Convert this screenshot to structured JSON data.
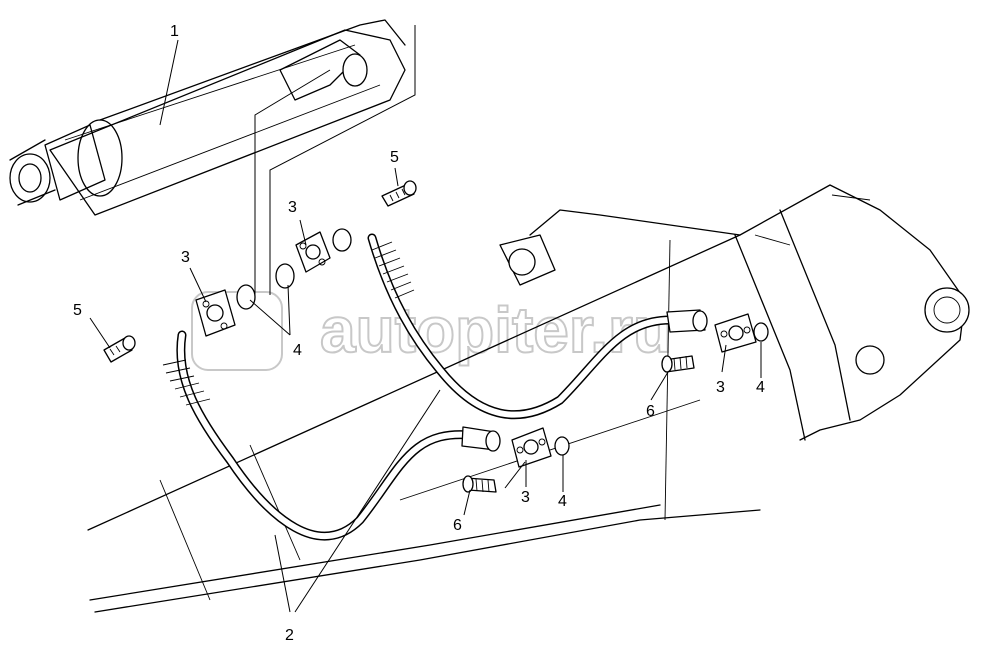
{
  "diagram": {
    "callouts": {
      "c1": "1",
      "c2": "2",
      "c3a": "3",
      "c3b": "3",
      "c3c": "3",
      "c3d": "3",
      "c4a": "4",
      "c4b": "4",
      "c4c": "4",
      "c5a": "5",
      "c5b": "5",
      "c6a": "6",
      "c6b": "6"
    },
    "watermark": "autopiter.ru"
  }
}
